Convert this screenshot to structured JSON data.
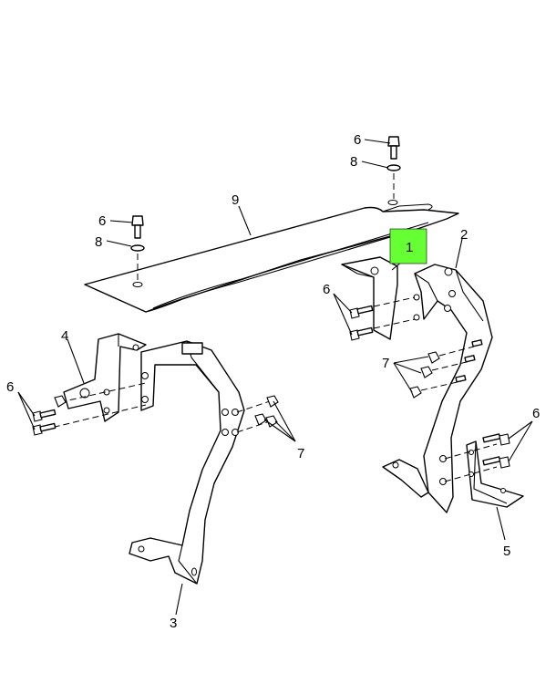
{
  "colors": {
    "highlight": "#66ff33",
    "line": "#000000",
    "background": "#ffffff"
  },
  "callouts": {
    "c1": "1",
    "c2": "2",
    "c3": "3",
    "c4": "4",
    "c5": "5",
    "c6_top": "6",
    "c8_top": "8",
    "c6_left_upper": "6",
    "c8_left_upper": "8",
    "c9": "9",
    "c6_mid": "6",
    "c7_right": "7",
    "c6_left": "6",
    "c7_left": "7",
    "c6_right": "6"
  }
}
